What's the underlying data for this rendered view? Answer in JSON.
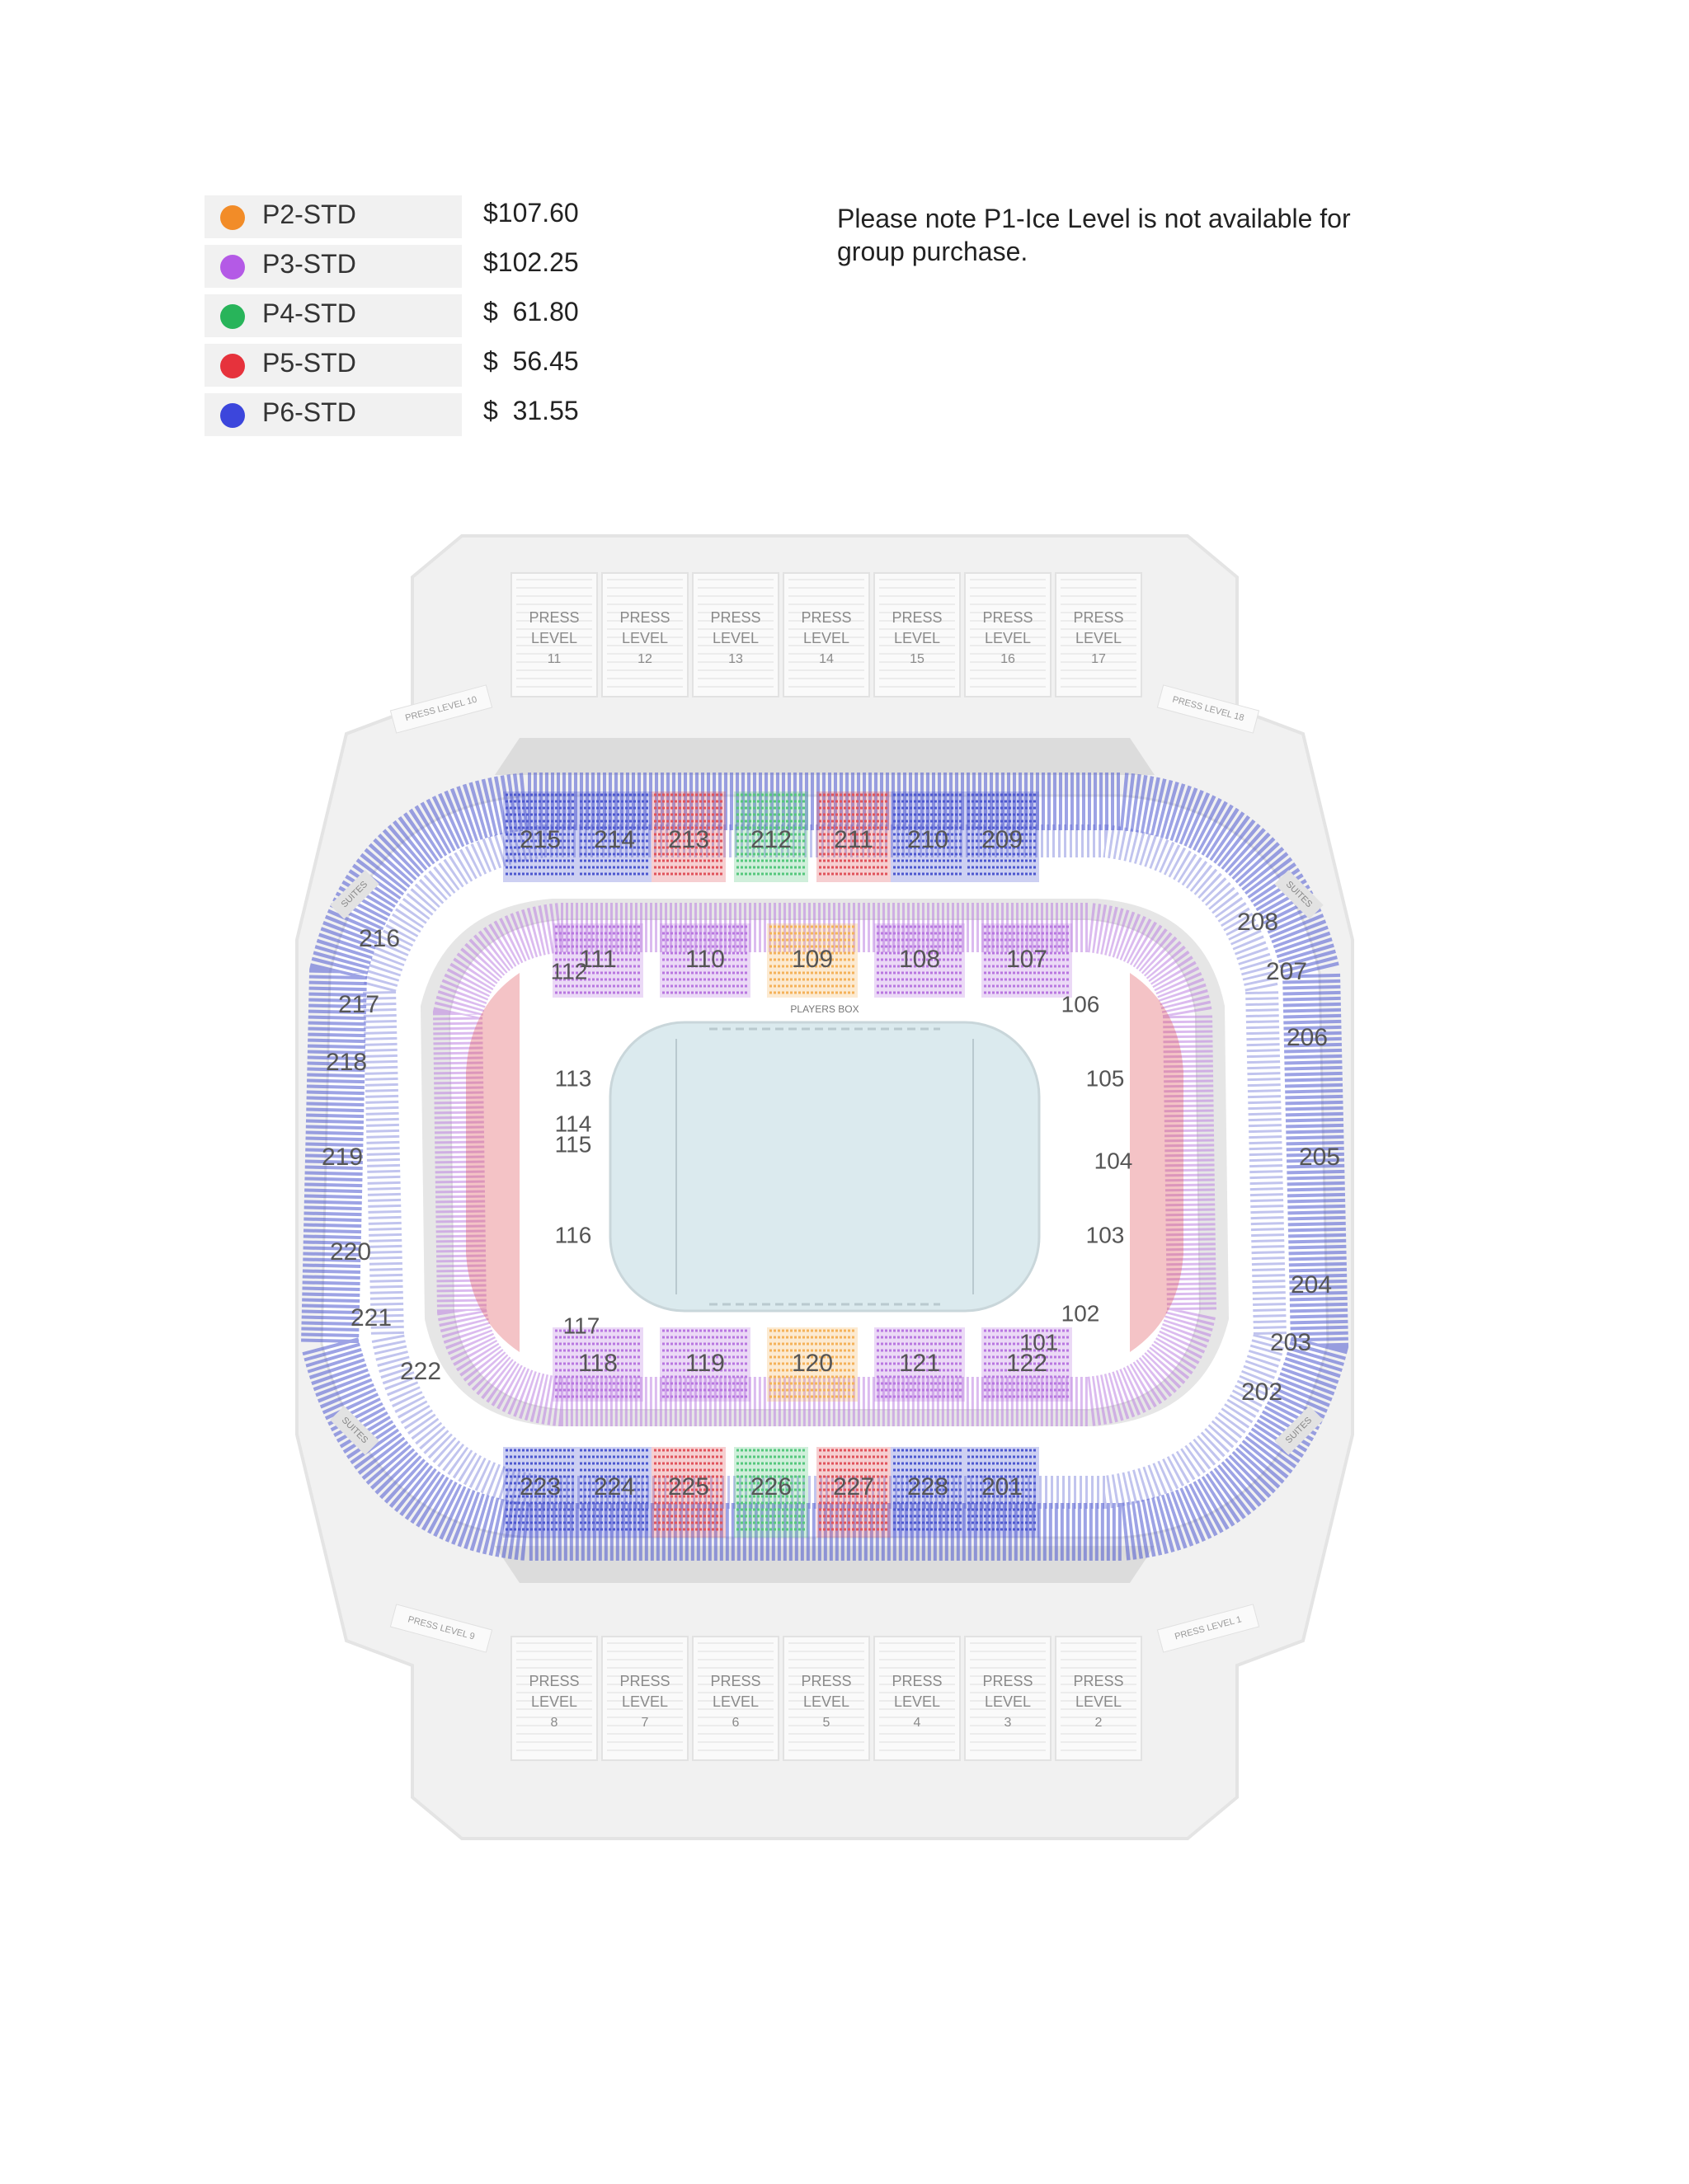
{
  "legend": [
    {
      "name": "P2-STD",
      "price": "$107.60",
      "color": "#f28c28"
    },
    {
      "name": "P3-STD",
      "price": "$102.25",
      "color": "#b45ae6"
    },
    {
      "name": "P4-STD",
      "price": "$  61.80",
      "color": "#28b45a"
    },
    {
      "name": "P5-STD",
      "price": "$  56.45",
      "color": "#e6323c"
    },
    {
      "name": "P6-STD",
      "price": "$  31.55",
      "color": "#3c46dc"
    }
  ],
  "note": "Please note P1-Ice Level is not available for group purchase.",
  "colors": {
    "P2-STD": "#f4b25a",
    "P3-STD": "#b877e0",
    "P4-STD": "#55c77c",
    "P5-STD": "#e0535b",
    "P6-STD": "#4c57cf",
    "concourse": "#dcdcdc",
    "ice": "#dbeaee",
    "venue_bg": "#f1f1f1"
  },
  "map": {
    "press_top": [
      {
        "l1": "PRESS",
        "l2": "LEVEL",
        "num": "11"
      },
      {
        "l1": "PRESS",
        "l2": "LEVEL",
        "num": "12"
      },
      {
        "l1": "PRESS",
        "l2": "LEVEL",
        "num": "13"
      },
      {
        "l1": "PRESS",
        "l2": "LEVEL",
        "num": "14"
      },
      {
        "l1": "PRESS",
        "l2": "LEVEL",
        "num": "15"
      },
      {
        "l1": "PRESS",
        "l2": "LEVEL",
        "num": "16"
      },
      {
        "l1": "PRESS",
        "l2": "LEVEL",
        "num": "17"
      }
    ],
    "press_bottom": [
      {
        "l1": "PRESS",
        "l2": "LEVEL",
        "num": "8"
      },
      {
        "l1": "PRESS",
        "l2": "LEVEL",
        "num": "7"
      },
      {
        "l1": "PRESS",
        "l2": "LEVEL",
        "num": "6"
      },
      {
        "l1": "PRESS",
        "l2": "LEVEL",
        "num": "5"
      },
      {
        "l1": "PRESS",
        "l2": "LEVEL",
        "num": "4"
      },
      {
        "l1": "PRESS",
        "l2": "LEVEL",
        "num": "3"
      },
      {
        "l1": "PRESS",
        "l2": "LEVEL",
        "num": "2"
      }
    ],
    "press_corners": [
      "PRESS LEVEL 10",
      "PRESS LEVEL 18",
      "PRESS LEVEL 9",
      "PRESS LEVEL 1"
    ],
    "suites": "SUITES",
    "players_box": "PLAYERS BOX",
    "upper_top": [
      {
        "num": "215",
        "tier": "P6-STD"
      },
      {
        "num": "214",
        "tier": "P6-STD"
      },
      {
        "num": "213",
        "tier": "P5-STD"
      },
      {
        "num": "212",
        "tier": "P4-STD"
      },
      {
        "num": "211",
        "tier": "P5-STD"
      },
      {
        "num": "210",
        "tier": "P6-STD"
      },
      {
        "num": "209",
        "tier": "P6-STD"
      }
    ],
    "upper_bottom": [
      {
        "num": "223",
        "tier": "P6-STD"
      },
      {
        "num": "224",
        "tier": "P6-STD"
      },
      {
        "num": "225",
        "tier": "P5-STD"
      },
      {
        "num": "226",
        "tier": "P4-STD"
      },
      {
        "num": "227",
        "tier": "P5-STD"
      },
      {
        "num": "228",
        "tier": "P6-STD"
      },
      {
        "num": "201",
        "tier": "P6-STD"
      }
    ],
    "upper_sides": [
      "216",
      "217",
      "218",
      "219",
      "220",
      "221",
      "222",
      "208",
      "207",
      "206",
      "205",
      "204",
      "203",
      "202"
    ],
    "lower_top": [
      {
        "num": "111",
        "tier": "P3-STD"
      },
      {
        "num": "110",
        "tier": "P3-STD"
      },
      {
        "num": "109",
        "tier": "P2-STD"
      },
      {
        "num": "108",
        "tier": "P3-STD"
      },
      {
        "num": "107",
        "tier": "P3-STD"
      }
    ],
    "lower_bottom": [
      {
        "num": "118",
        "tier": "P3-STD"
      },
      {
        "num": "119",
        "tier": "P3-STD"
      },
      {
        "num": "120",
        "tier": "P2-STD"
      },
      {
        "num": "121",
        "tier": "P3-STD"
      },
      {
        "num": "122",
        "tier": "P3-STD"
      }
    ],
    "lower_left": [
      "112",
      "113",
      "114",
      "115",
      "116",
      "117"
    ],
    "lower_right": [
      "106",
      "105",
      "104",
      "103",
      "102",
      "101"
    ]
  }
}
